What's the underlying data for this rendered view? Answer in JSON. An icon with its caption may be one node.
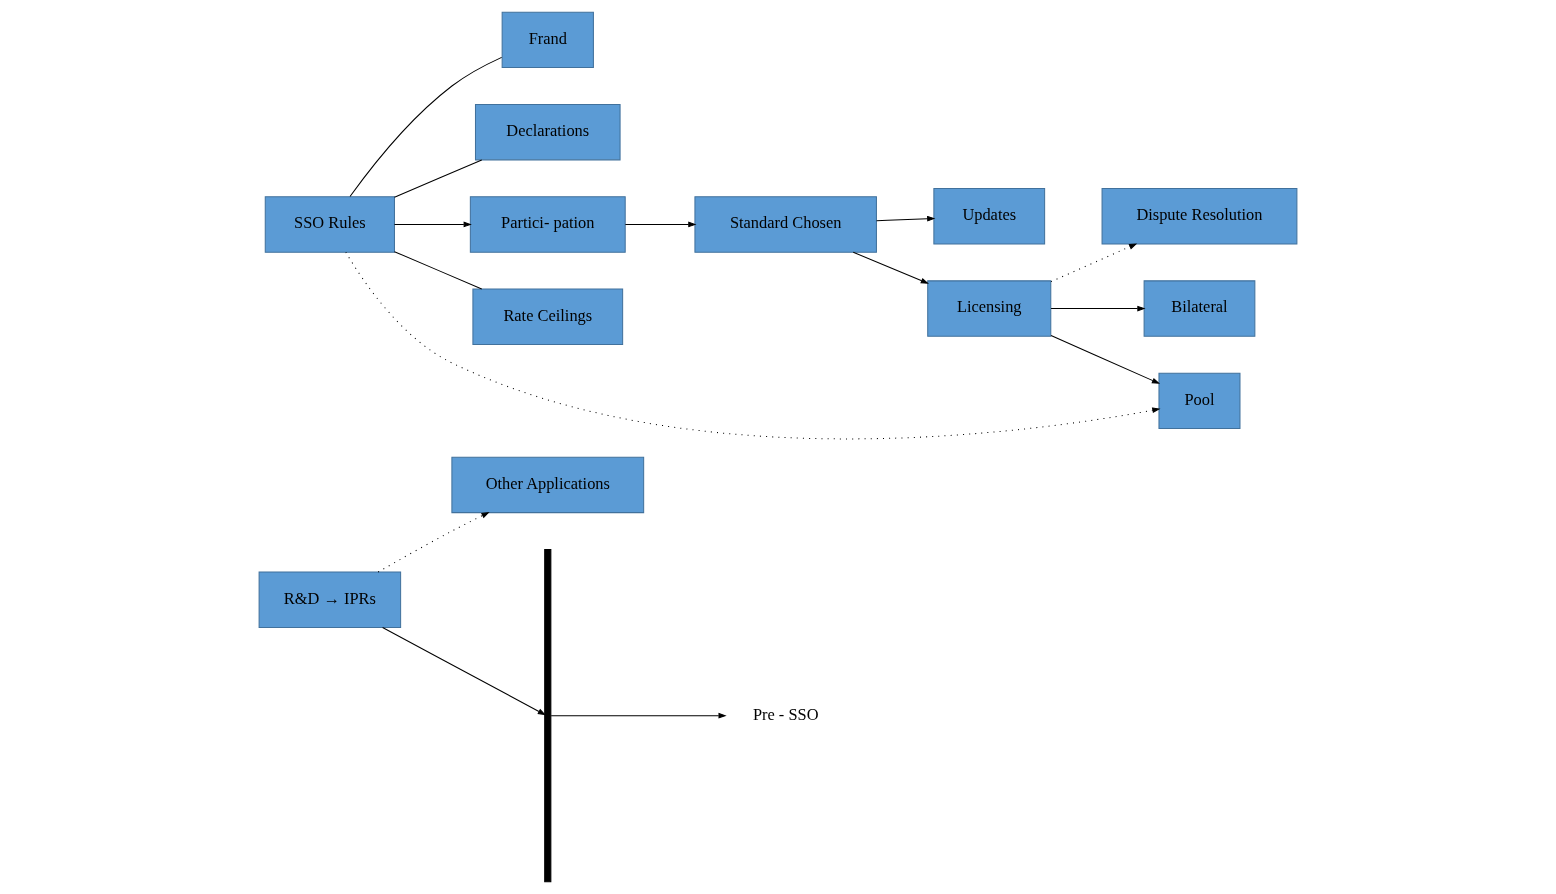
{
  "diagram": {
    "nodes": [
      {
        "text": [
          "Other Applications"
        ]
      },
      {
        "text": [
          "R&D → IPRs"
        ]
      },
      {
        "text": [],
        "shape": "bar"
      },
      {
        "text": [
          "Pre - SSO"
        ]
      },
      {
        "text": [
          "Frand"
        ]
      },
      {
        "text": [
          "Declarations"
        ]
      },
      {
        "text": [
          "SSO Rules"
        ]
      },
      {
        "text": [
          "Partici- pation"
        ]
      },
      {
        "text": [
          "Standard Chosen"
        ]
      },
      {
        "text": [
          "Updates"
        ]
      },
      {
        "text": [
          "Rate Ceilings"
        ]
      },
      {
        "text": [
          "Licensing"
        ]
      },
      {
        "text": [
          "Dispute Resolution"
        ]
      },
      {
        "text": [
          "Pool"
        ]
      },
      {
        "text": [
          "Bilateral"
        ]
      }
    ],
    "edges": [
      {
        "from": 1,
        "to": 0,
        "arrow": "to",
        "style": "dashed"
      },
      {
        "from": 1,
        "to": 2,
        "arrow": "to"
      },
      {
        "from": 2,
        "to": 3,
        "arrow": "to"
      },
      {
        "from": 6,
        "to": 4,
        "arrow": "none"
      },
      {
        "from": 6,
        "to": 5,
        "arrow": "none"
      },
      {
        "from": 6,
        "to": 7,
        "arrow": "to"
      },
      {
        "from": 7,
        "to": 8,
        "arrow": "to"
      },
      {
        "from": 8,
        "to": 9,
        "arrow": "to"
      },
      {
        "from": 8,
        "to": 11,
        "arrow": "to"
      },
      {
        "from": 6,
        "to": 10,
        "arrow": "none"
      },
      {
        "from": 6,
        "to": 13,
        "arrow": "to",
        "style": "dashed"
      },
      {
        "from": 11,
        "to": 12,
        "arrow": "to",
        "style": "dashed"
      },
      {
        "from": 11,
        "to": 13,
        "arrow": "to"
      },
      {
        "from": 11,
        "to": 14,
        "arrow": "to"
      }
    ]
  }
}
